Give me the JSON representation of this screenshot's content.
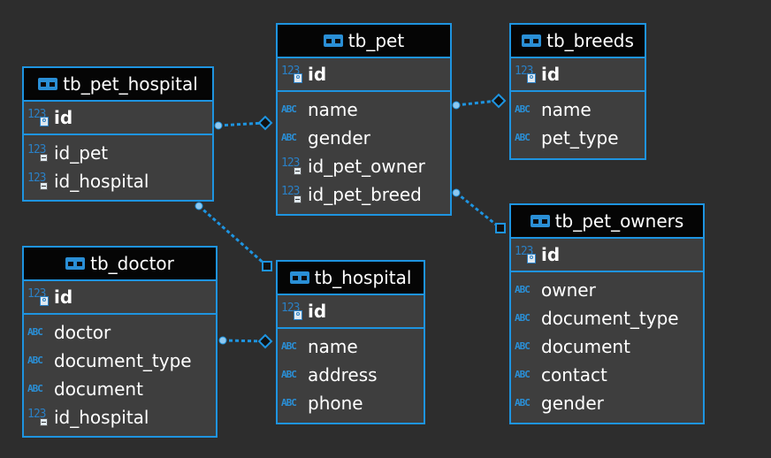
{
  "tables": {
    "tb_pet_hospital": {
      "title": "tb_pet_hospital",
      "pk": "id",
      "columns": [
        {
          "name": "id_pet",
          "type": "num",
          "fk": true
        },
        {
          "name": "id_hospital",
          "type": "num",
          "fk": true
        }
      ]
    },
    "tb_pet": {
      "title": "tb_pet",
      "pk": "id",
      "columns": [
        {
          "name": "name",
          "type": "abc",
          "fk": false
        },
        {
          "name": "gender",
          "type": "abc",
          "fk": false
        },
        {
          "name": "id_pet_owner",
          "type": "num",
          "fk": true
        },
        {
          "name": "id_pet_breed",
          "type": "num",
          "fk": true
        }
      ]
    },
    "tb_breeds": {
      "title": "tb_breeds",
      "pk": "id",
      "columns": [
        {
          "name": "name",
          "type": "abc",
          "fk": false
        },
        {
          "name": "pet_type",
          "type": "abc",
          "fk": false
        }
      ]
    },
    "tb_pet_owners": {
      "title": "tb_pet_owners",
      "pk": "id",
      "columns": [
        {
          "name": "owner",
          "type": "abc",
          "fk": false
        },
        {
          "name": "document_type",
          "type": "abc",
          "fk": false
        },
        {
          "name": "document",
          "type": "abc",
          "fk": false
        },
        {
          "name": "contact",
          "type": "abc",
          "fk": false
        },
        {
          "name": "gender",
          "type": "abc",
          "fk": false
        }
      ]
    },
    "tb_doctor": {
      "title": "tb_doctor",
      "pk": "id",
      "columns": [
        {
          "name": "doctor",
          "type": "abc",
          "fk": false
        },
        {
          "name": "document_type",
          "type": "abc",
          "fk": false
        },
        {
          "name": "document",
          "type": "abc",
          "fk": false
        },
        {
          "name": "id_hospital",
          "type": "num",
          "fk": true
        }
      ]
    },
    "tb_hospital": {
      "title": "tb_hospital",
      "pk": "id",
      "columns": [
        {
          "name": "name",
          "type": "abc",
          "fk": false
        },
        {
          "name": "address",
          "type": "abc",
          "fk": false
        },
        {
          "name": "phone",
          "type": "abc",
          "fk": false
        }
      ]
    }
  },
  "relationships": [
    {
      "from": "tb_pet_hospital",
      "to": "tb_pet",
      "to_end": "diamond"
    },
    {
      "from": "tb_pet",
      "to": "tb_breeds",
      "to_end": "diamond"
    },
    {
      "from": "tb_pet",
      "to": "tb_pet_owners",
      "to_end": "square"
    },
    {
      "from": "tb_pet_hospital",
      "to": "tb_hospital",
      "to_end": "square"
    },
    {
      "from": "tb_doctor",
      "to": "tb_hospital",
      "to_end": "diamond"
    }
  ],
  "colors": {
    "background": "#2d2d2d",
    "entity_body": "#3e3e3e",
    "entity_header": "#050505",
    "border_accent": "#1e94e0",
    "text": "#ffffff",
    "type_icon": "#2a8fd6"
  },
  "icons": {
    "table": "table-icon",
    "numeric_column": "numeric-type-icon",
    "text_column": "text-type-icon",
    "primary_key": "key-icon",
    "foreign_key": "foreign-key-icon"
  }
}
